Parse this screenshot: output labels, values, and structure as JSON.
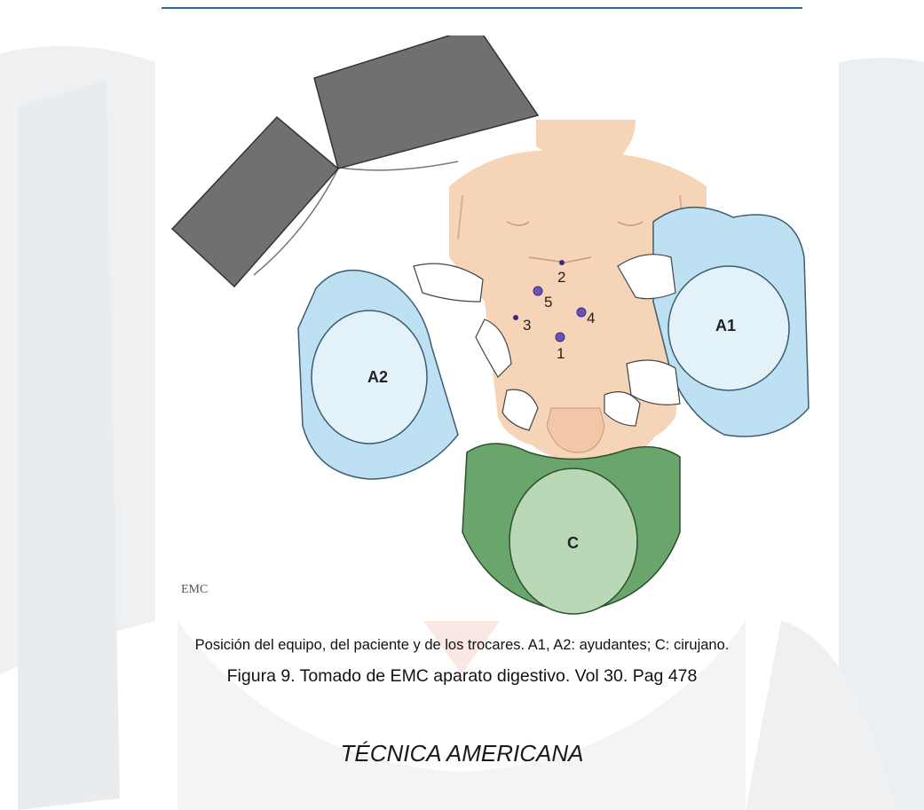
{
  "figure": {
    "labels": {
      "assistant1": "A1",
      "assistant2": "A2",
      "surgeon": "C",
      "signature": "EMC"
    },
    "trocars": [
      "1",
      "2",
      "3",
      "4",
      "5"
    ],
    "colors": {
      "skin": "#f6d4b8",
      "assistant_fill": "#bde0f2",
      "assistant_head": "#e3f1f9",
      "surgeon_fill": "#6aa56c",
      "surgeon_head": "#b9d9b6",
      "monitor": "#6f6f6f",
      "trocar": "#6b52b8"
    }
  },
  "caption": {
    "line1": "Posición del equipo, del paciente y de los trocares. A1, A2: ayudantes; C: cirujano.",
    "line2": "Figura 9. Tomado de EMC aparato digestivo. Vol 30. Pag 478"
  },
  "section_title": "TÉCNICA AMERICANA"
}
